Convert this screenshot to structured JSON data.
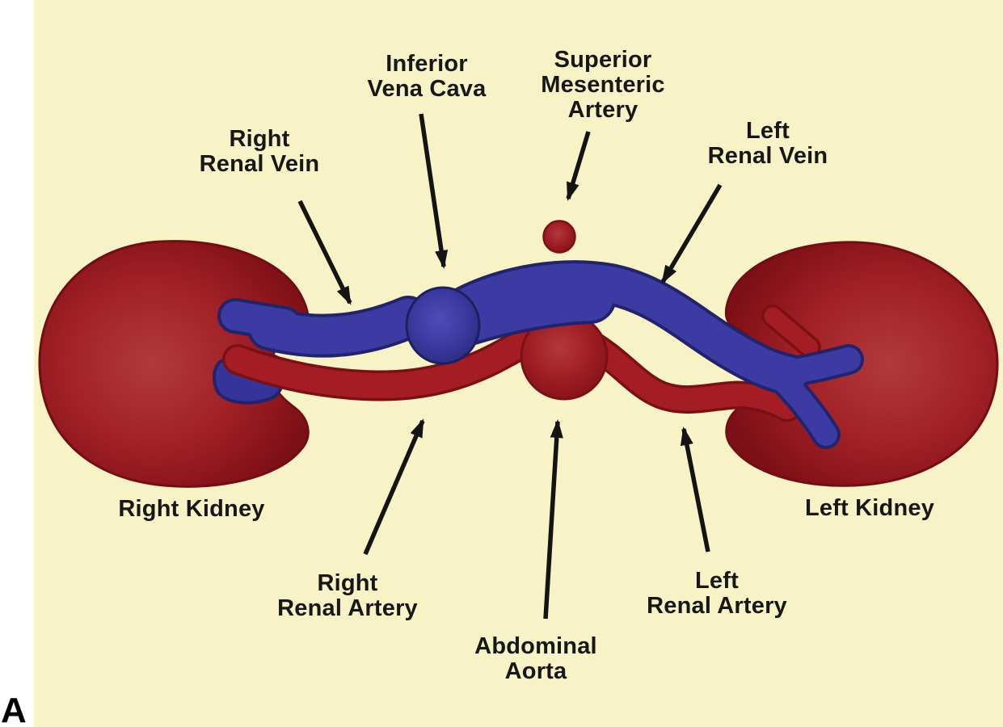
{
  "figure": {
    "type": "anatomical-diagram",
    "subject": "Kidneys and renal vasculature, anterior view",
    "panel_letter": "A",
    "background_color": "#F8F2C7",
    "margin_color": "#FFFFFF",
    "colors": {
      "artery_red": "#A41D24",
      "artery_dark_edge": "#7A1016",
      "vein_blue": "#3B3BA3",
      "vein_dark_edge": "#23236B",
      "kidney_red": "#A02026",
      "kidney_dark_edge": "#700E13",
      "label_text": "#171717",
      "arrow": "#141414"
    },
    "labels": {
      "inferior_vena_cava": "Inferior\nVena Cava",
      "superior_mesenteric_artery": "Superior\nMesenteric\nArtery",
      "right_renal_vein": "Right\nRenal Vein",
      "left_renal_vein": "Left\nRenal Vein",
      "right_kidney": "Right Kidney",
      "left_kidney": "Left Kidney",
      "right_renal_artery": "Right\nRenal Artery",
      "abdominal_aorta": "Abdominal\nAorta",
      "left_renal_artery": "Left\nRenal Artery"
    }
  }
}
